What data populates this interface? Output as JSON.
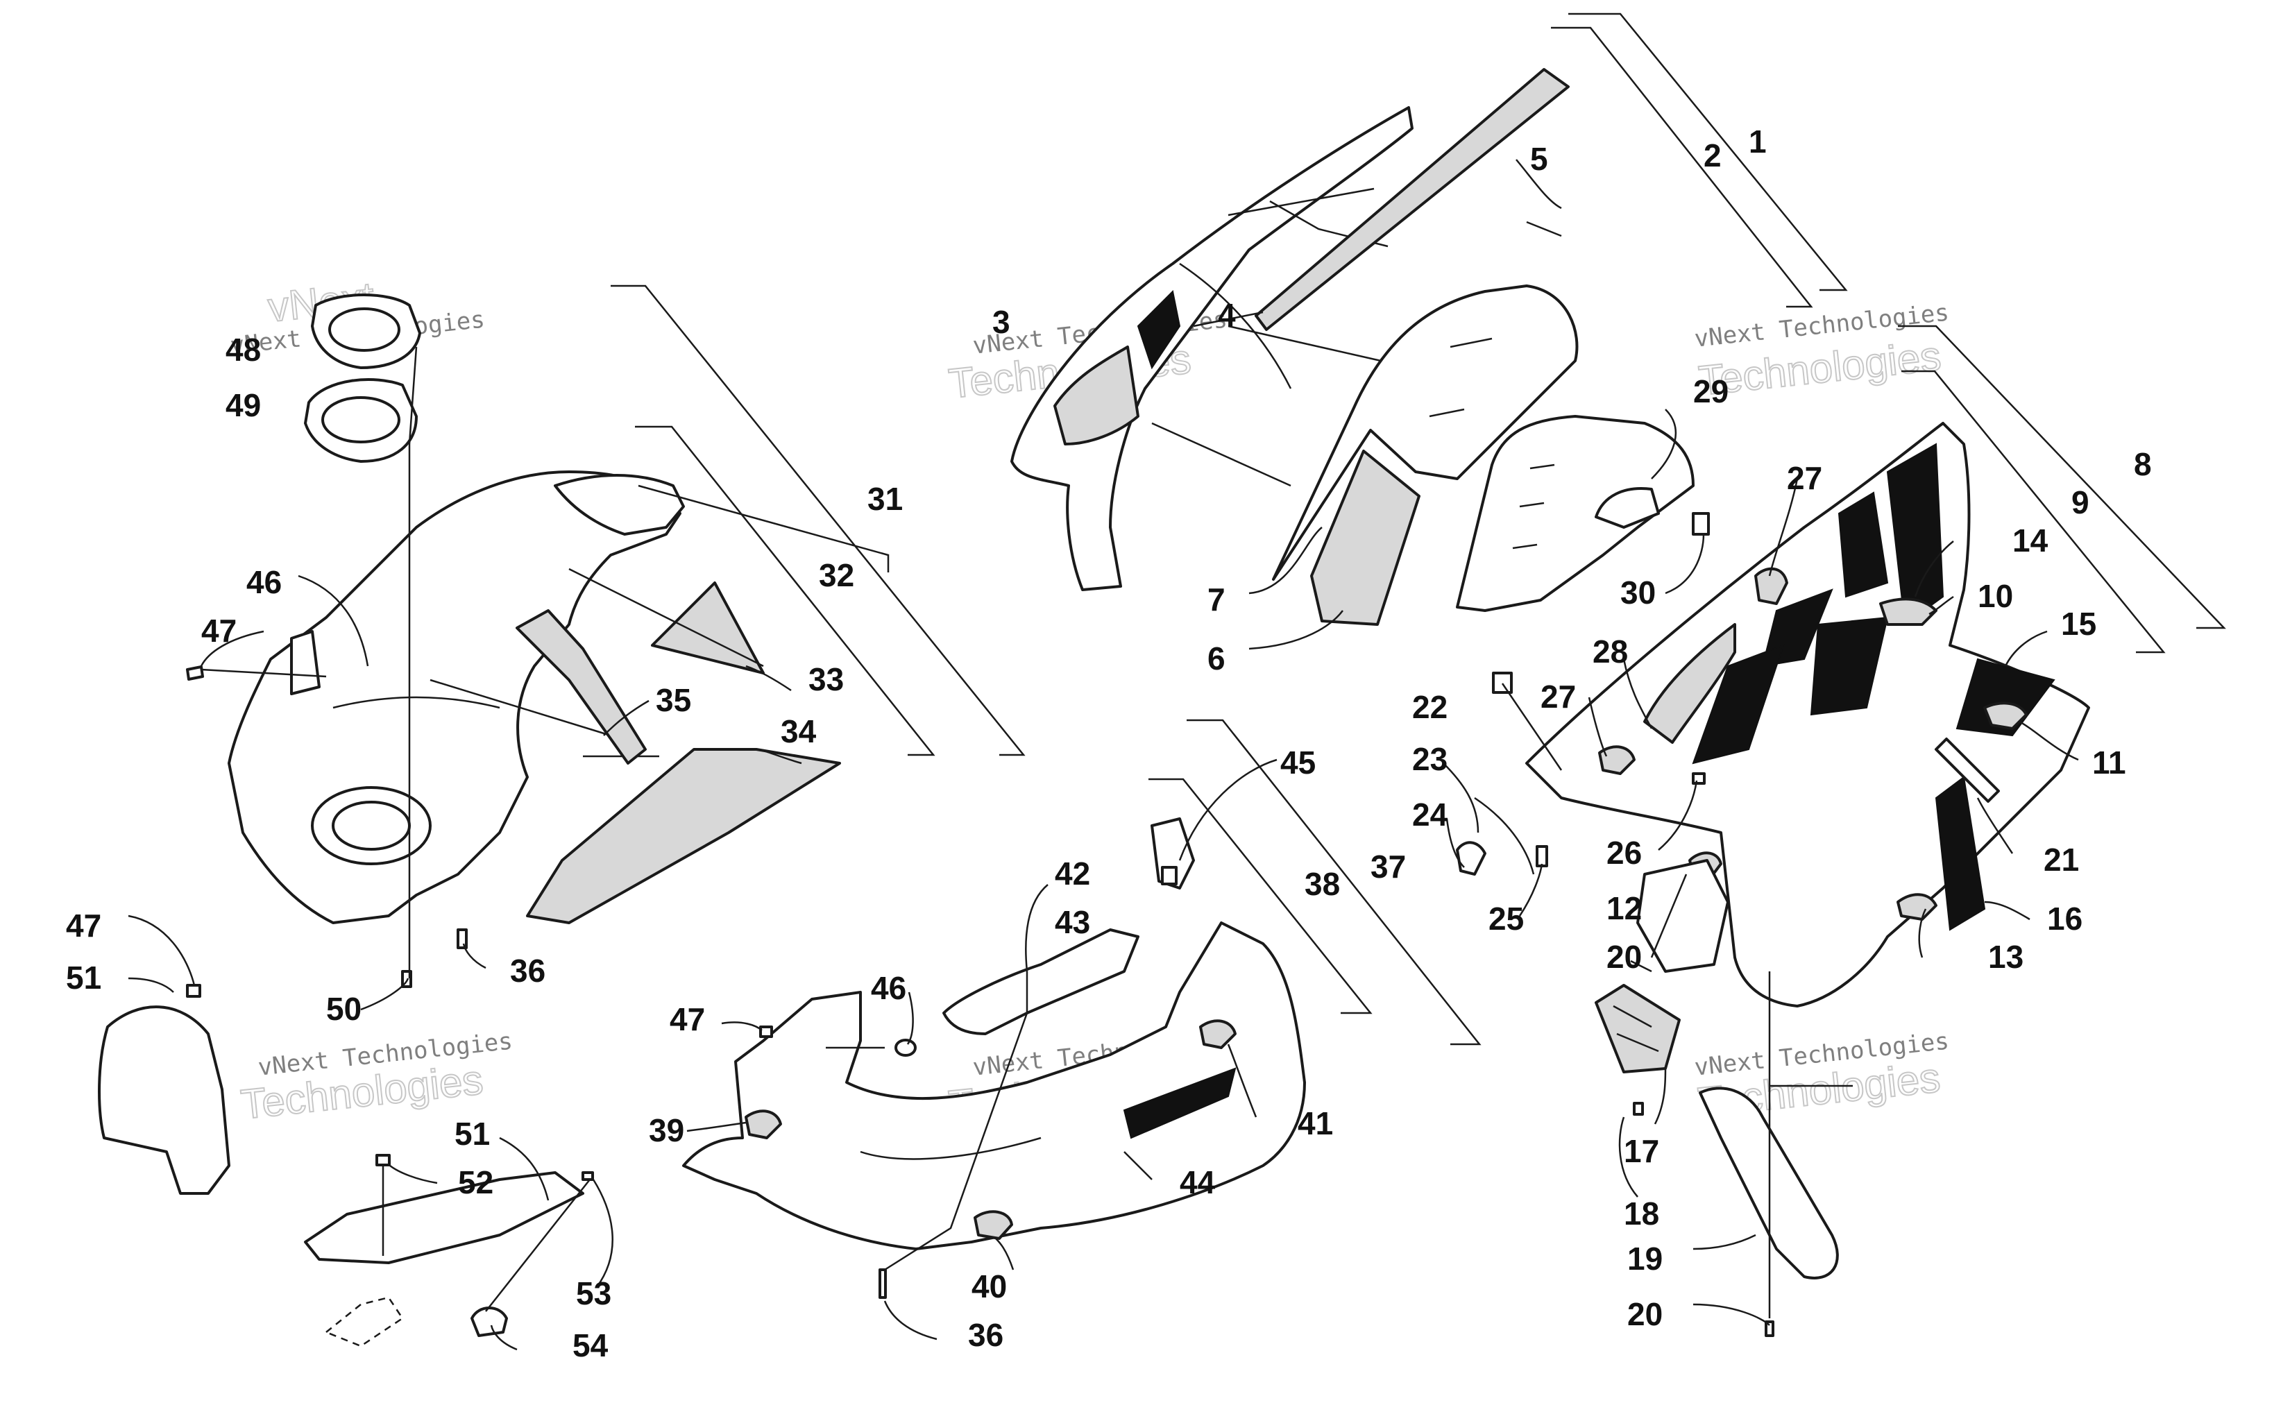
{
  "watermark": {
    "line1": "vNext",
    "line2": "Technologies",
    "line3": "vNext Technologies"
  },
  "callouts": [
    {
      "id": "1",
      "label": "1"
    },
    {
      "id": "2",
      "label": "2"
    },
    {
      "id": "3",
      "label": "3"
    },
    {
      "id": "4",
      "label": "4"
    },
    {
      "id": "5",
      "label": "5"
    },
    {
      "id": "6",
      "label": "6"
    },
    {
      "id": "7",
      "label": "7"
    },
    {
      "id": "8",
      "label": "8"
    },
    {
      "id": "9",
      "label": "9"
    },
    {
      "id": "10",
      "label": "10"
    },
    {
      "id": "11",
      "label": "11"
    },
    {
      "id": "12",
      "label": "12"
    },
    {
      "id": "13",
      "label": "13"
    },
    {
      "id": "14",
      "label": "14"
    },
    {
      "id": "15",
      "label": "15"
    },
    {
      "id": "16",
      "label": "16"
    },
    {
      "id": "17",
      "label": "17"
    },
    {
      "id": "18",
      "label": "18"
    },
    {
      "id": "19",
      "label": "19"
    },
    {
      "id": "20a",
      "label": "20"
    },
    {
      "id": "20b",
      "label": "20"
    },
    {
      "id": "21",
      "label": "21"
    },
    {
      "id": "22",
      "label": "22"
    },
    {
      "id": "23",
      "label": "23"
    },
    {
      "id": "24",
      "label": "24"
    },
    {
      "id": "25",
      "label": "25"
    },
    {
      "id": "26",
      "label": "26"
    },
    {
      "id": "27a",
      "label": "27"
    },
    {
      "id": "27b",
      "label": "27"
    },
    {
      "id": "28",
      "label": "28"
    },
    {
      "id": "29",
      "label": "29"
    },
    {
      "id": "30",
      "label": "30"
    },
    {
      "id": "31",
      "label": "31"
    },
    {
      "id": "32",
      "label": "32"
    },
    {
      "id": "33",
      "label": "33"
    },
    {
      "id": "34",
      "label": "34"
    },
    {
      "id": "35",
      "label": "35"
    },
    {
      "id": "36a",
      "label": "36"
    },
    {
      "id": "36b",
      "label": "36"
    },
    {
      "id": "37",
      "label": "37"
    },
    {
      "id": "38",
      "label": "38"
    },
    {
      "id": "39",
      "label": "39"
    },
    {
      "id": "40",
      "label": "40"
    },
    {
      "id": "41",
      "label": "41"
    },
    {
      "id": "42",
      "label": "42"
    },
    {
      "id": "43",
      "label": "43"
    },
    {
      "id": "44",
      "label": "44"
    },
    {
      "id": "45",
      "label": "45"
    },
    {
      "id": "46a",
      "label": "46"
    },
    {
      "id": "46b",
      "label": "46"
    },
    {
      "id": "47a",
      "label": "47"
    },
    {
      "id": "47b",
      "label": "47"
    },
    {
      "id": "47c",
      "label": "47"
    },
    {
      "id": "48",
      "label": "48"
    },
    {
      "id": "49",
      "label": "49"
    },
    {
      "id": "50",
      "label": "50"
    },
    {
      "id": "51a",
      "label": "51"
    },
    {
      "id": "51b",
      "label": "51"
    },
    {
      "id": "52",
      "label": "52"
    },
    {
      "id": "53",
      "label": "53"
    },
    {
      "id": "54",
      "label": "54"
    }
  ]
}
